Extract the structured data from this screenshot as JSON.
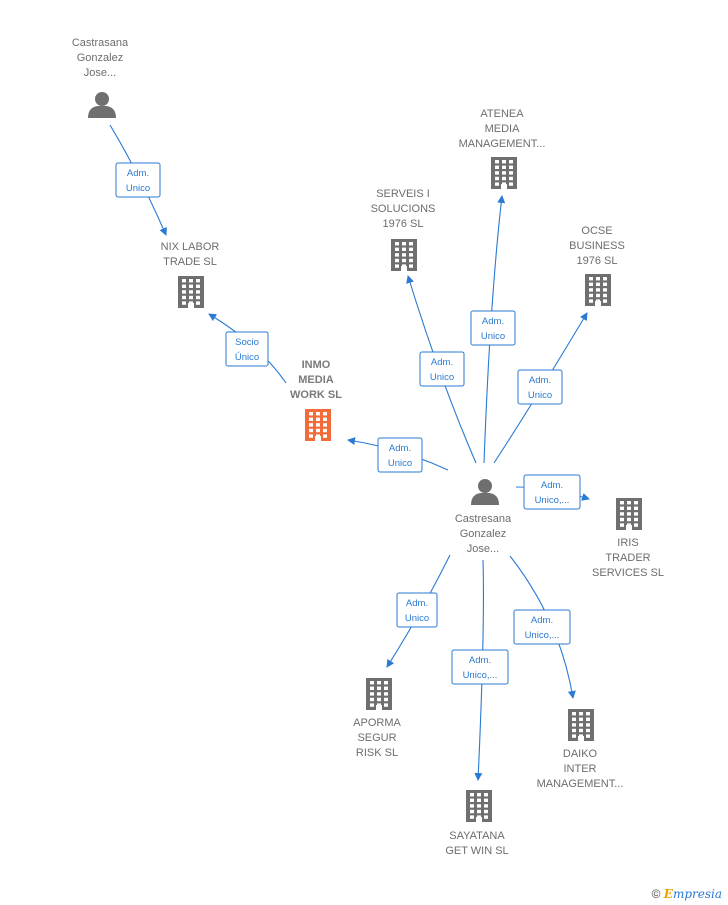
{
  "colors": {
    "edge": "#2a7ad3",
    "building": "#6f6f6f",
    "focus": "#f26b38",
    "person": "#6f6f6f"
  },
  "nodes": {
    "person_top": {
      "kind": "person",
      "icon": "person-icon",
      "lines": [
        "Castrasana",
        "Gonzalez",
        "Jose..."
      ]
    },
    "nix": {
      "kind": "company",
      "icon": "building-icon",
      "lines": [
        "NIX LABOR",
        "TRADE  SL"
      ]
    },
    "inmo": {
      "kind": "focus-company",
      "icon": "building-icon",
      "lines": [
        "INMO",
        "MEDIA",
        "WORK  SL"
      ]
    },
    "serveis": {
      "kind": "company",
      "icon": "building-icon",
      "lines": [
        "SERVEIS I",
        "SOLUCIONS",
        "1976  SL"
      ]
    },
    "atenea": {
      "kind": "company",
      "icon": "building-icon",
      "lines": [
        "ATENEA",
        "MEDIA",
        "MANAGEMENT..."
      ]
    },
    "ocse": {
      "kind": "company",
      "icon": "building-icon",
      "lines": [
        "OCSE",
        "BUSINESS",
        "1976  SL"
      ]
    },
    "person_center": {
      "kind": "person",
      "icon": "person-icon",
      "lines": [
        "Castresana",
        "Gonzalez",
        "Jose..."
      ]
    },
    "iris": {
      "kind": "company",
      "icon": "building-icon",
      "lines": [
        "IRIS",
        "TRADER",
        "SERVICES  SL"
      ]
    },
    "aporma": {
      "kind": "company",
      "icon": "building-icon",
      "lines": [
        "APORMA",
        "SEGUR",
        "RISK SL"
      ]
    },
    "sayatana": {
      "kind": "company",
      "icon": "building-icon",
      "lines": [
        "SAYATANA",
        "GET WIN  SL"
      ]
    },
    "daiko": {
      "kind": "company",
      "icon": "building-icon",
      "lines": [
        "DAIKO",
        "INTER",
        "MANAGEMENT..."
      ]
    }
  },
  "edges": [
    {
      "from": "person_top",
      "to": "nix",
      "lines": [
        "Adm.",
        "Unico"
      ]
    },
    {
      "from": "inmo",
      "to": "nix",
      "lines": [
        "Socio",
        "Único"
      ]
    },
    {
      "from": "person_center",
      "to": "inmo",
      "lines": [
        "Adm.",
        "Unico"
      ]
    },
    {
      "from": "person_center",
      "to": "serveis",
      "lines": [
        "Adm.",
        "Unico"
      ]
    },
    {
      "from": "person_center",
      "to": "atenea",
      "lines": [
        "Adm.",
        "Unico"
      ]
    },
    {
      "from": "person_center",
      "to": "ocse",
      "lines": [
        "Adm.",
        "Unico"
      ]
    },
    {
      "from": "person_center",
      "to": "iris",
      "lines": [
        "Adm.",
        "Unico,..."
      ]
    },
    {
      "from": "person_center",
      "to": "aporma",
      "lines": [
        "Adm.",
        "Unico"
      ]
    },
    {
      "from": "person_center",
      "to": "sayatana",
      "lines": [
        "Adm.",
        "Unico,..."
      ]
    },
    {
      "from": "person_center",
      "to": "daiko",
      "lines": [
        "Adm.",
        "Unico,..."
      ]
    }
  ],
  "watermark": {
    "symbol": "©",
    "brand_initial": "E",
    "brand_rest": "mpresia"
  }
}
